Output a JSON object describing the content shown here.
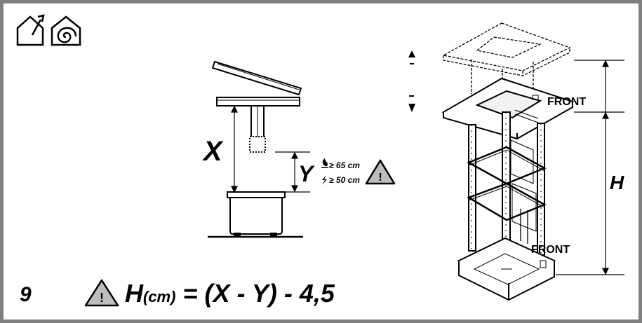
{
  "icons": [
    "house-exhaust-icon",
    "house-recirculation-icon"
  ],
  "side_view": {
    "label_x": "X",
    "label_y": "Y",
    "gas_clearance": "≥ 65 cm",
    "electric_clearance": "≥ 50 cm"
  },
  "chimney": {
    "front_top": "FRONT",
    "front_bottom": "FRONT",
    "label_h": "H"
  },
  "formula": {
    "step": "9",
    "lhs_var": "H",
    "lhs_unit": "(cm)",
    "rhs": " = (X - Y) - 4,5"
  },
  "colors": {
    "frame_border": "#808080",
    "warning_fill": "#bdbdbd",
    "ink": "#000000"
  }
}
